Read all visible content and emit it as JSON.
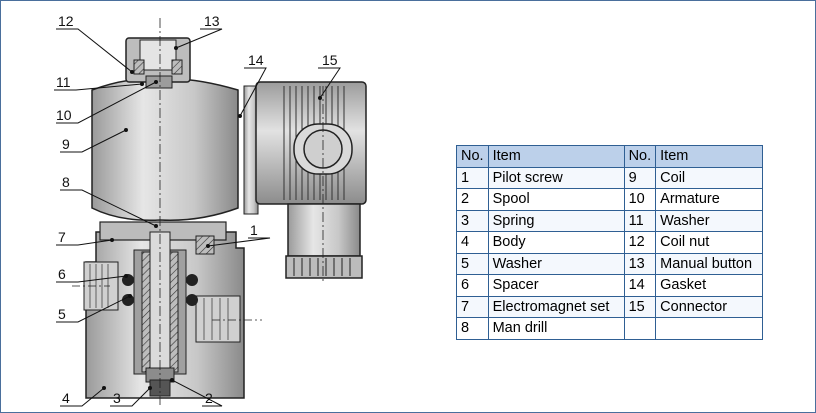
{
  "callouts": [
    "1",
    "2",
    "3",
    "4",
    "5",
    "6",
    "7",
    "8",
    "9",
    "10",
    "11",
    "12",
    "13",
    "14",
    "15"
  ],
  "table": {
    "headers": {
      "no_left": "No.",
      "item_left": "Item",
      "no_right": "No.",
      "item_right": "Item"
    },
    "rows": [
      {
        "no_left": "1",
        "item_left": "Pilot screw",
        "no_right": "9",
        "item_right": "Coil"
      },
      {
        "no_left": "2",
        "item_left": "Spool",
        "no_right": "10",
        "item_right": "Armature"
      },
      {
        "no_left": "3",
        "item_left": "Spring",
        "no_right": "11",
        "item_right": "Washer"
      },
      {
        "no_left": "4",
        "item_left": "Body",
        "no_right": "12",
        "item_right": "Coil nut"
      },
      {
        "no_left": "5",
        "item_left": "Washer",
        "no_right": "13",
        "item_right": "Manual button"
      },
      {
        "no_left": "6",
        "item_left": "Spacer",
        "no_right": "14",
        "item_right": "Gasket"
      },
      {
        "no_left": "7",
        "item_left": "Electromagnet set",
        "no_right": "15",
        "item_right": "Connector"
      },
      {
        "no_left": "8",
        "item_left": "Man drill",
        "no_right": "",
        "item_right": ""
      }
    ]
  },
  "colors": {
    "frame": "#4a6f9c",
    "table_border": "#2f5f93",
    "table_header": "#bcd0ea",
    "metal": "#c4c4c4"
  }
}
